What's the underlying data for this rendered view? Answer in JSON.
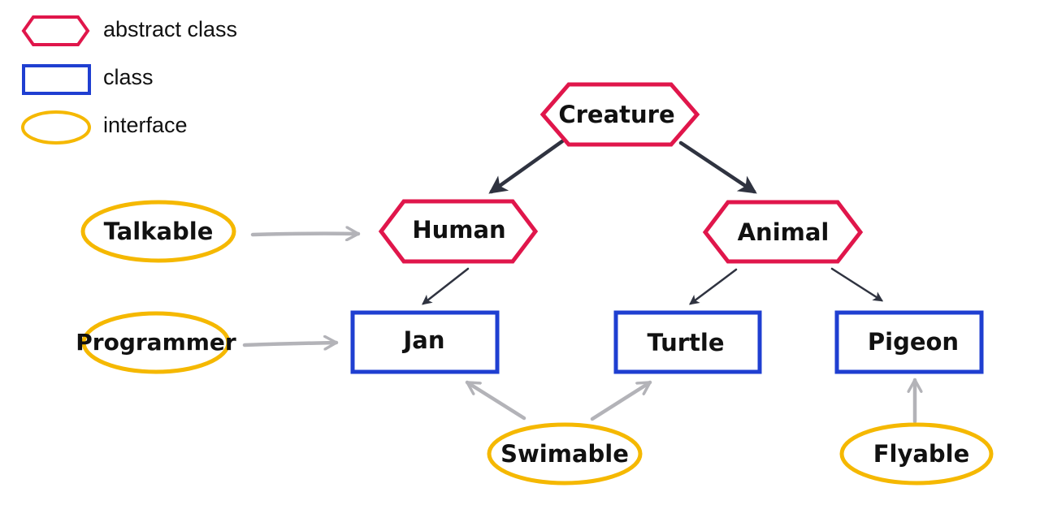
{
  "colors": {
    "abstract_class": "#e0164b",
    "class": "#1f3fd1",
    "interface": "#f5b800",
    "inheritance_arrow": "#2f3340",
    "implements_arrow": "#b3b3b8",
    "text": "#111111"
  },
  "legend": {
    "abstract_class": "abstract class",
    "class": "class",
    "interface": "interface"
  },
  "nodes": {
    "creature": "Creature",
    "human": "Human",
    "animal": "Animal",
    "jan": "Jan",
    "turtle": "Turtle",
    "pigeon": "Pigeon",
    "talkable": "Talkable",
    "programmer": "Programmer",
    "swimable": "Swimable",
    "flyable": "Flyable"
  }
}
